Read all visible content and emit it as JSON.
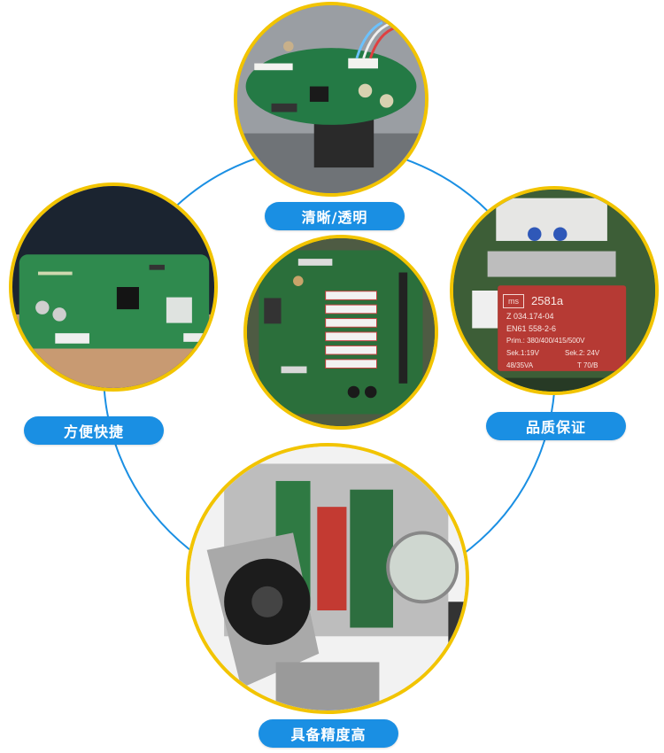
{
  "labels": {
    "top": "清晰/透明",
    "left": "方便快捷",
    "right": "品质保证",
    "bottom": "具备精度高"
  },
  "transformer": {
    "brand_box": "ms",
    "model": "2581a",
    "part": "Z 034.174-04",
    "standard": "EN61 558-2-6",
    "prim": "Prim.: 380/400/415/500V",
    "sek1": "Sek.1:19V",
    "sek2": "Sek.2: 24V",
    "va": "48/35VA",
    "temp": "T 70/B"
  },
  "colors": {
    "accent": "#1a8fe3",
    "ring": "#f2c400",
    "pcb": "#1f6b3a"
  }
}
